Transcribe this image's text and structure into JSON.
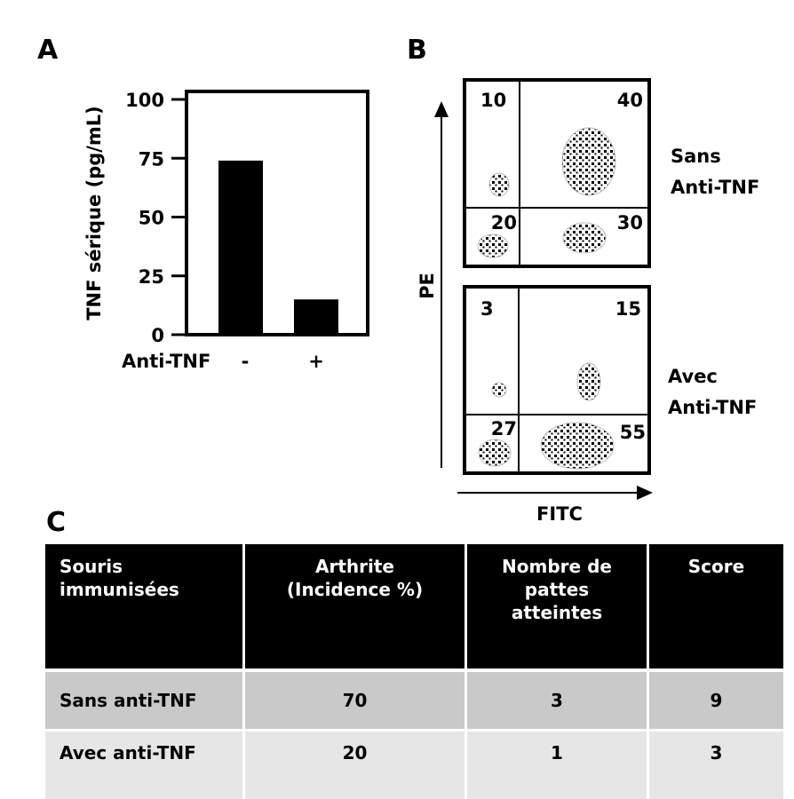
{
  "panels": {
    "a": "A",
    "b": "B",
    "c": "C"
  },
  "chart_data": [
    {
      "type": "bar",
      "title": "",
      "ylabel": "TNF sérique (pg/mL)",
      "xlabel": "Anti-TNF",
      "categories": [
        "-",
        "+"
      ],
      "values": [
        74,
        15
      ],
      "ylim": [
        0,
        100
      ],
      "yticks": [
        0,
        25,
        50,
        75,
        100
      ],
      "grid": false
    },
    {
      "type": "scatter",
      "subtype": "flow-cytometry-quadrants",
      "xlabel": "FITC",
      "ylabel": "PE",
      "plots": [
        {
          "label_line1": "Sans",
          "label_line2": "Anti-TNF",
          "quadrants": {
            "upper_left": "10",
            "upper_right": "40",
            "lower_left": "20",
            "lower_right": "30"
          }
        },
        {
          "label_line1": "Avec",
          "label_line2": "Anti-TNF",
          "quadrants": {
            "upper_left": "3",
            "upper_right": "15",
            "lower_left": "27",
            "lower_right": "55"
          }
        }
      ]
    }
  ],
  "table": {
    "headers": [
      [
        "Souris",
        "immunisées"
      ],
      [
        "Arthrite",
        "(Incidence %)"
      ],
      [
        "Nombre de",
        "pattes",
        "atteintes"
      ],
      [
        "Score"
      ]
    ],
    "rows": [
      [
        "Sans anti-TNF",
        "70",
        "3",
        "9"
      ],
      [
        "Avec anti-TNF",
        "20",
        "1",
        "3"
      ]
    ]
  },
  "colors": {
    "bar": "#000000",
    "header_bg": "#000000",
    "row1_bg": "#c9c9c9",
    "row2_bg": "#e6e6e6"
  }
}
